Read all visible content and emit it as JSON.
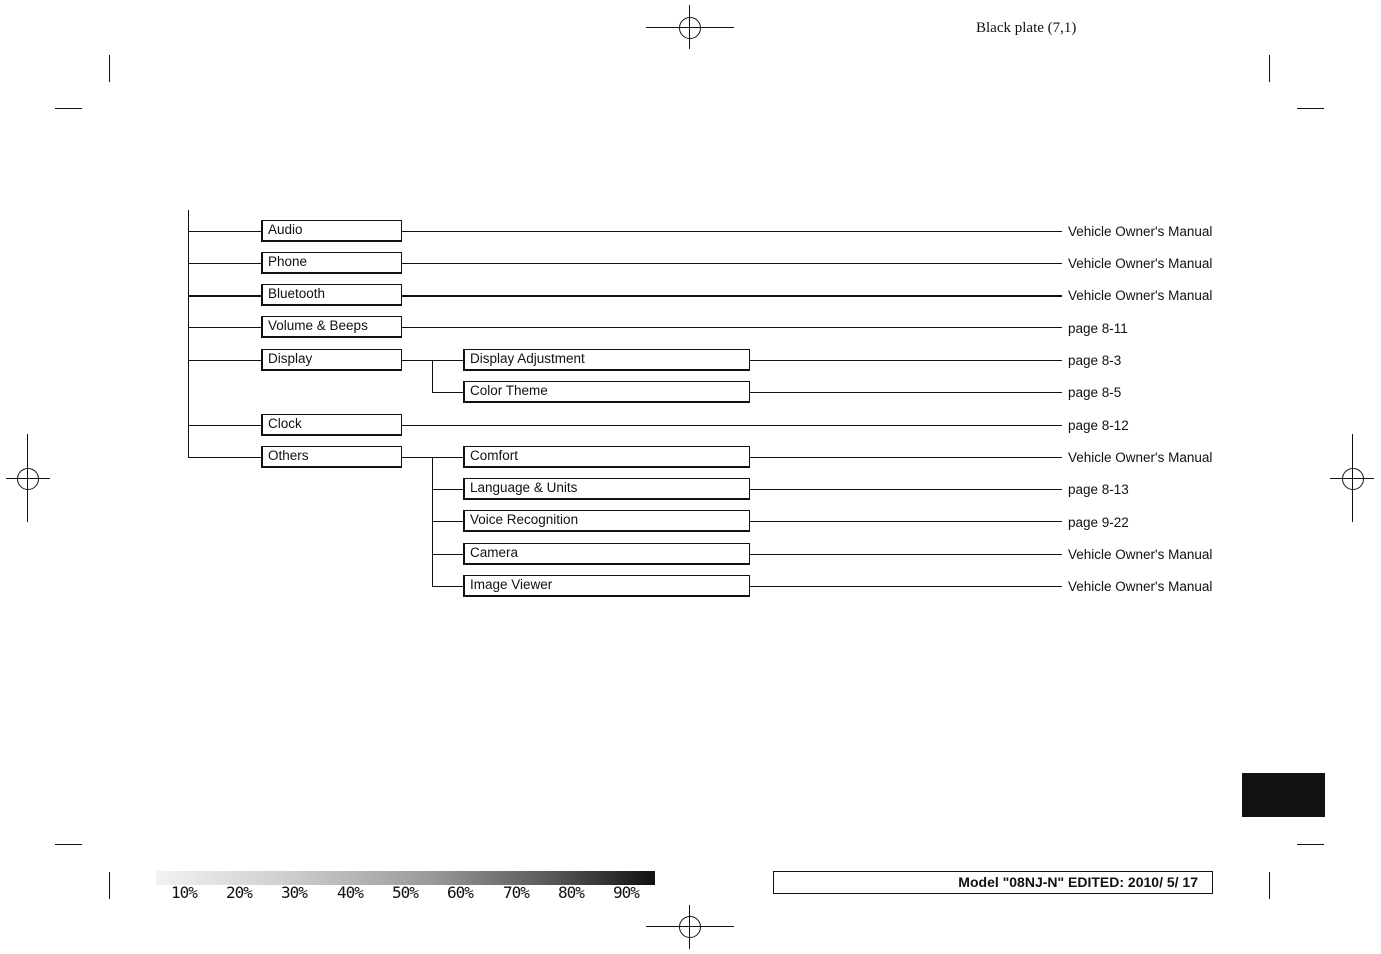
{
  "plate": "Black plate (7,1)",
  "menu": [
    {
      "label": "Audio",
      "destination": "Vehicle Owner's Manual"
    },
    {
      "label": "Phone",
      "destination": "Vehicle Owner's Manual"
    },
    {
      "label": "Bluetooth",
      "destination": "Vehicle Owner's Manual"
    },
    {
      "label": "Volume & Beeps",
      "destination": "page 8-11"
    },
    {
      "label": "Display",
      "children": [
        {
          "label": "Display Adjustment",
          "destination": "page 8-3"
        },
        {
          "label": "Color Theme",
          "destination": "page 8-5"
        }
      ]
    },
    {
      "label": "Clock",
      "destination": "page 8-12"
    },
    {
      "label": "Others",
      "children": [
        {
          "label": "Comfort",
          "destination": "Vehicle Owner's Manual"
        },
        {
          "label": "Language & Units",
          "destination": "page 8-13"
        },
        {
          "label": "Voice Recognition",
          "destination": "page 9-22"
        },
        {
          "label": "Camera",
          "destination": "Vehicle Owner's Manual"
        },
        {
          "label": "Image Viewer",
          "destination": "Vehicle Owner's Manual"
        }
      ]
    }
  ],
  "color_bar": {
    "labels": [
      "10%",
      "20%",
      "30%",
      "40%",
      "50%",
      "60%",
      "70%",
      "80%",
      "90%"
    ]
  },
  "footer": {
    "model": "Model \"08NJ-N\"  EDITED:  2010/ 5/ 17"
  }
}
